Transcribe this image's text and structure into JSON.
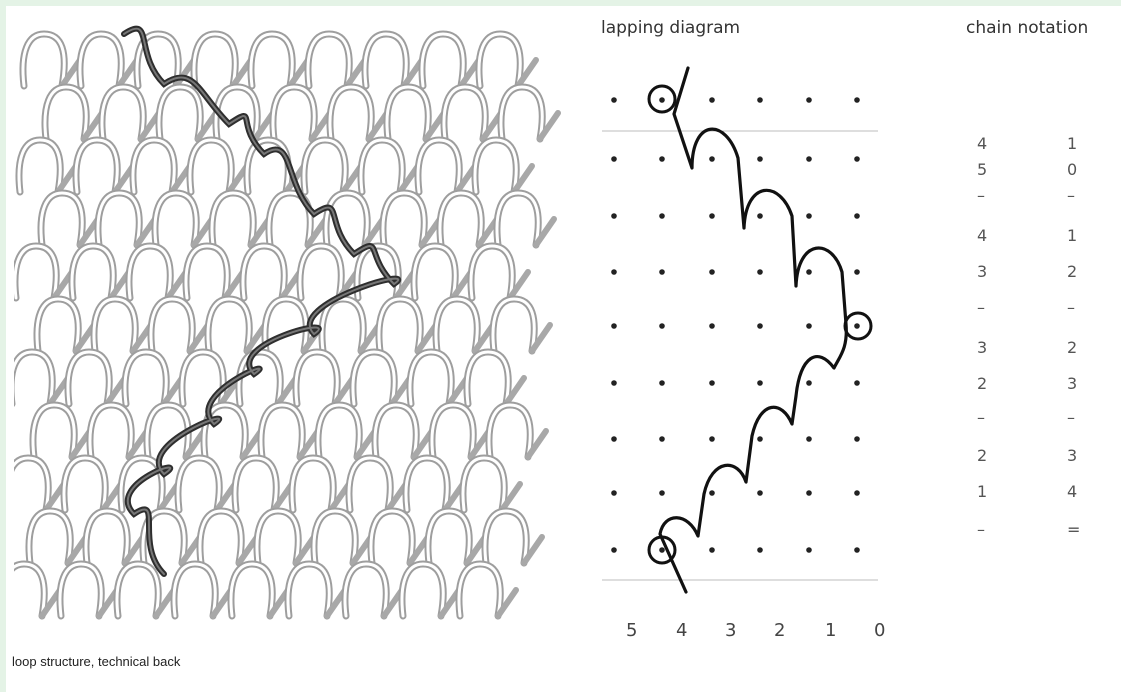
{
  "loop_structure": {
    "caption": "loop structure, technical back"
  },
  "lapping_diagram": {
    "title": "lapping diagram",
    "columns": [
      "5",
      "4",
      "3",
      "2",
      "1",
      "0"
    ],
    "rows": 9,
    "path_colors": {
      "ink": "#111111",
      "grid_dot": "#222222"
    }
  },
  "chain_notation": {
    "title": "chain notation",
    "rows": [
      [
        "4",
        "1"
      ],
      [
        "5",
        "0"
      ],
      [
        "–",
        "–"
      ],
      [
        "4",
        "1"
      ],
      [
        "3",
        "2"
      ],
      [
        "–",
        "–"
      ],
      [
        "3",
        "2"
      ],
      [
        "2",
        "3"
      ],
      [
        "–",
        "–"
      ],
      [
        "2",
        "3"
      ],
      [
        "1",
        "4"
      ],
      [
        "–",
        "="
      ]
    ]
  }
}
